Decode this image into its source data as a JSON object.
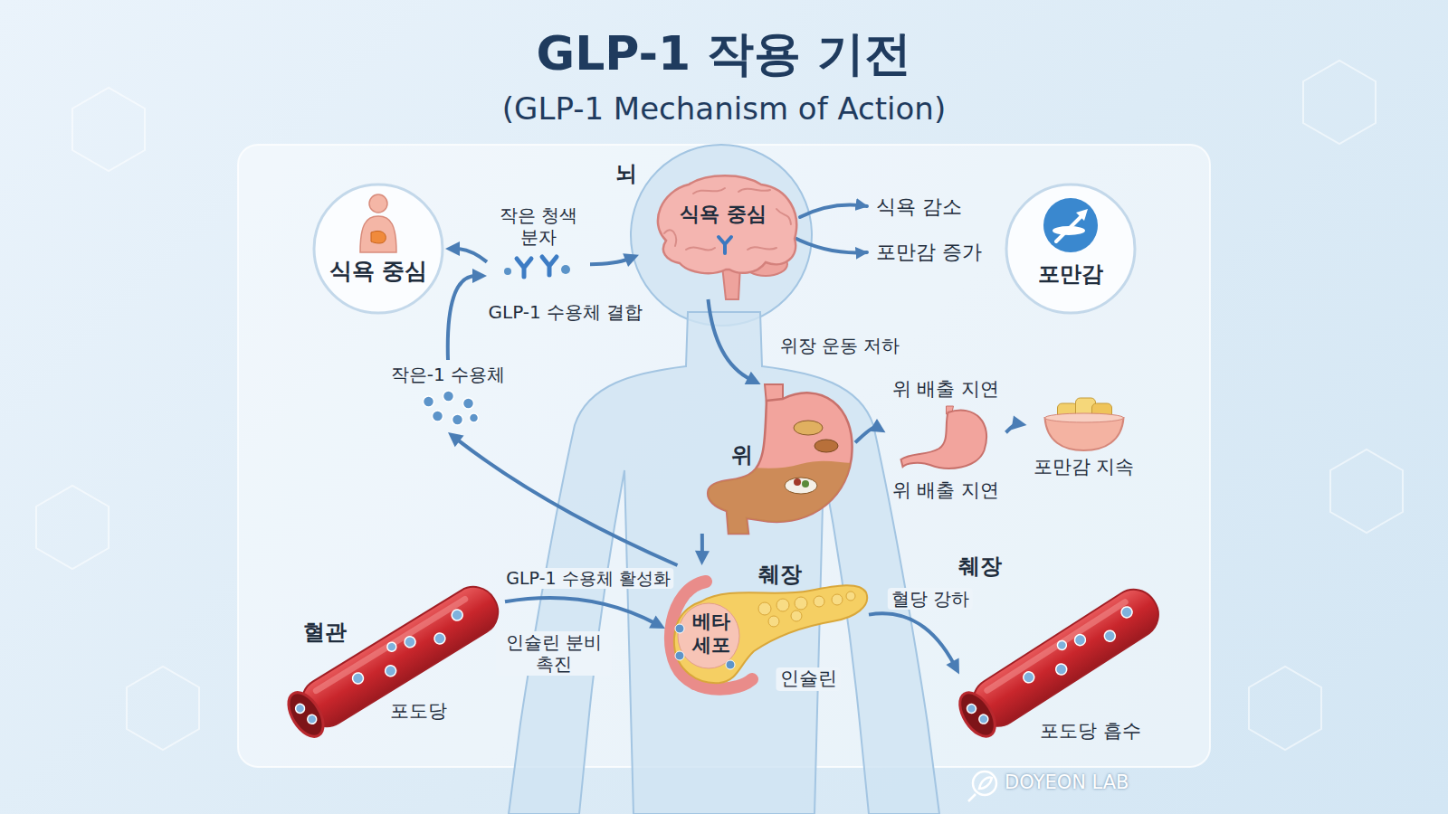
{
  "diagram": {
    "title": "GLP-1 작용 기전",
    "nodes": [
      {
        "text": [
          "식욕 중심"
        ]
      },
      {
        "text": [
          "작은 청색 분자"
        ]
      },
      {
        "text": [
          "뇌",
          "식욕 중심"
        ]
      },
      {
        "text": [
          "포만감"
        ]
      },
      {
        "text": [
          "작은-1 수용체"
        ]
      },
      {
        "text": [
          "위"
        ]
      },
      {
        "text": [
          "위 배출 지연",
          "위 배출 지연"
        ]
      },
      {
        "text": [
          "포만감 지속"
        ]
      },
      {
        "text": [
          "혈관",
          "포도당"
        ]
      },
      {
        "text": [
          "췌장",
          "베타 세포"
        ]
      },
      {
        "text": [
          "포도당 흡수"
        ]
      }
    ],
    "edges": [
      {
        "from": 1,
        "to": 0,
        "arrow": "to"
      },
      {
        "from": 1,
        "to": 2,
        "label": "GLP-1 수용체 결합",
        "arrow": "to"
      },
      {
        "from": 4,
        "to": 1,
        "arrow": "to"
      },
      {
        "from": 9,
        "to": 4,
        "label": "GLP-1 수용체 활성화",
        "arrow": "to"
      },
      {
        "from": 2,
        "to": 5,
        "label": "위장 운동 저하",
        "arrow": "to"
      },
      {
        "from": 5,
        "to": 6,
        "arrow": "to"
      },
      {
        "from": 6,
        "to": 7,
        "arrow": "to"
      },
      {
        "from": 5,
        "to": 9,
        "arrow": "to"
      },
      {
        "from": 8,
        "to": 9,
        "label": "인슐린 분비 촉진",
        "arrow": "to"
      },
      {
        "from": 9,
        "to": 10,
        "label": "혈당 강하",
        "arrow": "to"
      }
    ],
    "labels": [
      "(GLP-1 Mechanism of Action)",
      "식욕 감소",
      "포만감 증가",
      "췌장",
      "인슐린",
      "DOYEON LAB"
    ]
  }
}
